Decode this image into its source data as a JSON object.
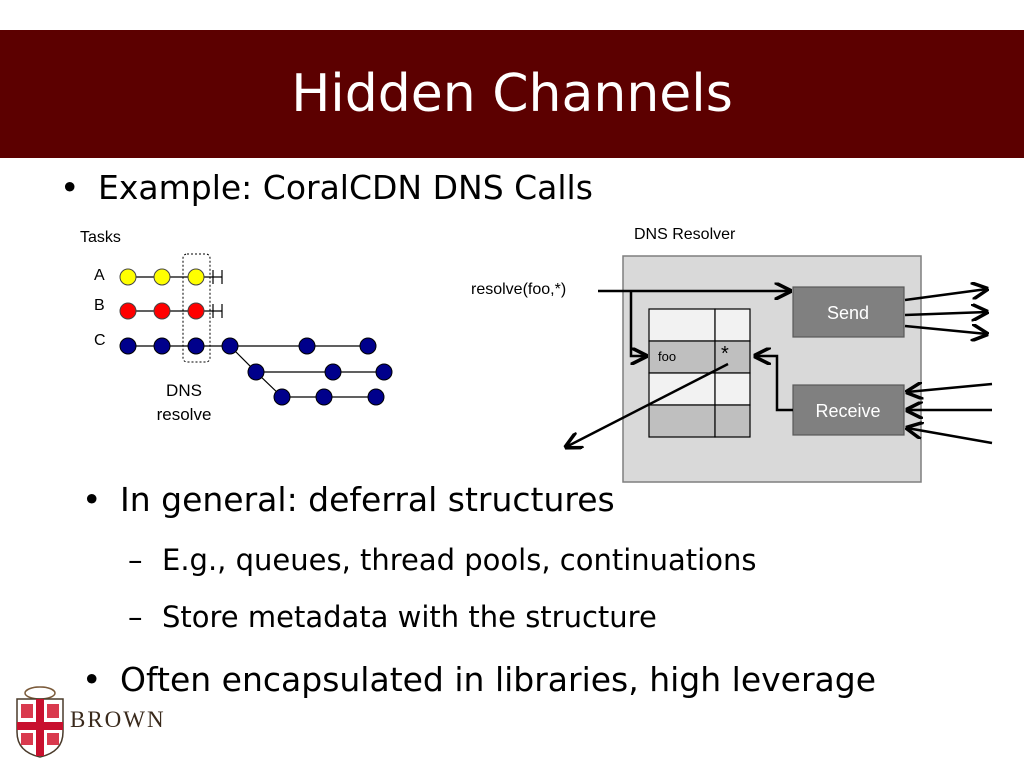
{
  "slide": {
    "title": "Hidden Channels",
    "bullets": {
      "example": "Example: CoralCDN DNS Calls",
      "general": "In general: deferral structures",
      "sub1": "E.g., queues, thread pools, continuations",
      "sub2": "Store metadata with the structure",
      "often": "Often encapsulated in libraries, high leverage"
    },
    "bullet_char": "•",
    "dash_char": "–"
  },
  "diagram": {
    "tasks_label": "Tasks",
    "task_a": "A",
    "task_b": "B",
    "task_c": "C",
    "dns_label_line1": "DNS",
    "dns_label_line2": "resolve",
    "resolver_title": "DNS Resolver",
    "call_text": "resolve(foo,*)",
    "send_label": "Send",
    "receive_label": "Receive",
    "table_key": "foo",
    "table_value": "*"
  },
  "logo": {
    "text": "BROWN"
  },
  "colors": {
    "title_bar": "#5c0000",
    "task_a": "#ffff00",
    "task_b": "#ff0000",
    "task_c": "#00008b",
    "resolver_bg": "#d9d9d9",
    "box_fill": "#808080"
  }
}
